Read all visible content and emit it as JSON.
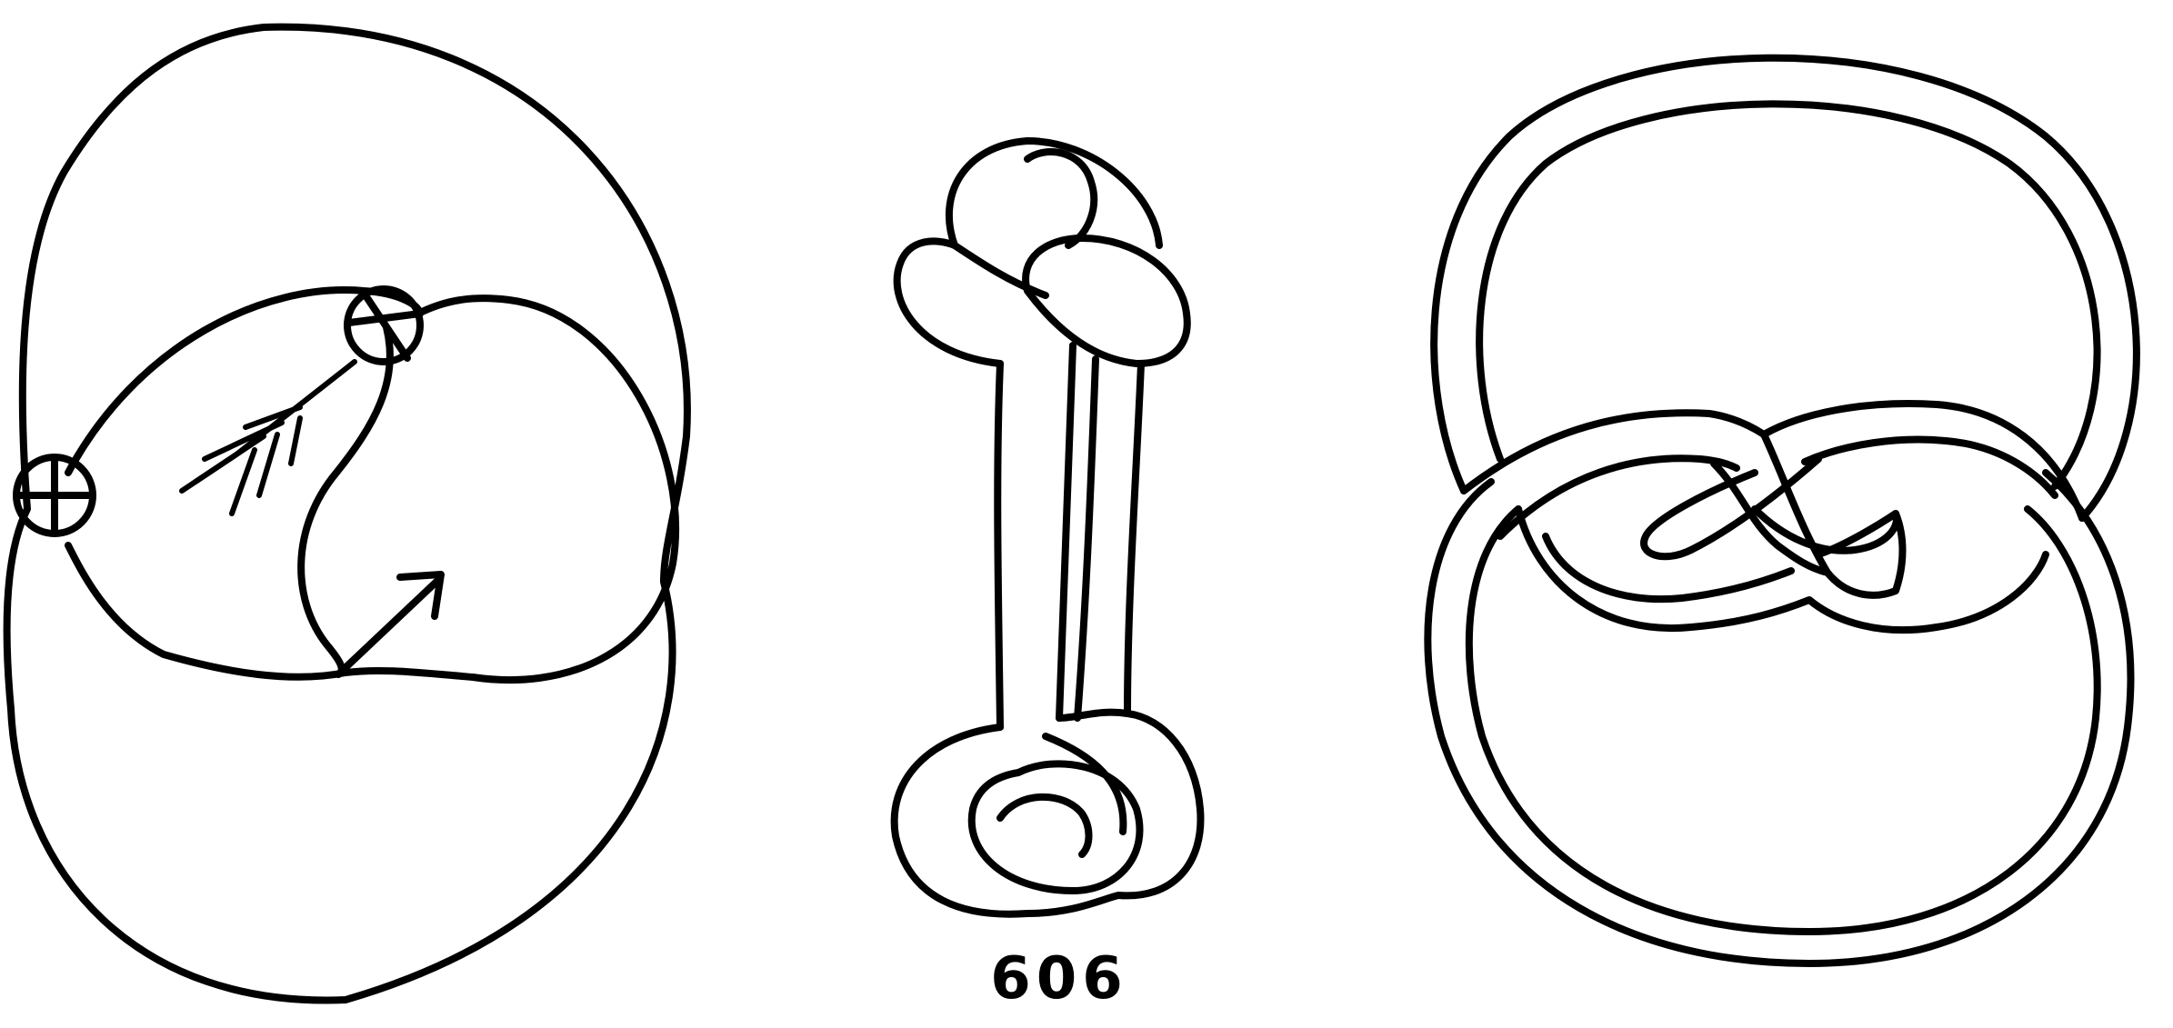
{
  "figure": {
    "caption": "606",
    "panels": [
      {
        "id": "left",
        "depicts": "diagram"
      },
      {
        "id": "middle",
        "depicts": "knot"
      },
      {
        "id": "right",
        "depicts": "knot"
      }
    ]
  },
  "colors": {
    "ink": "#000000",
    "background": "#ffffff"
  }
}
